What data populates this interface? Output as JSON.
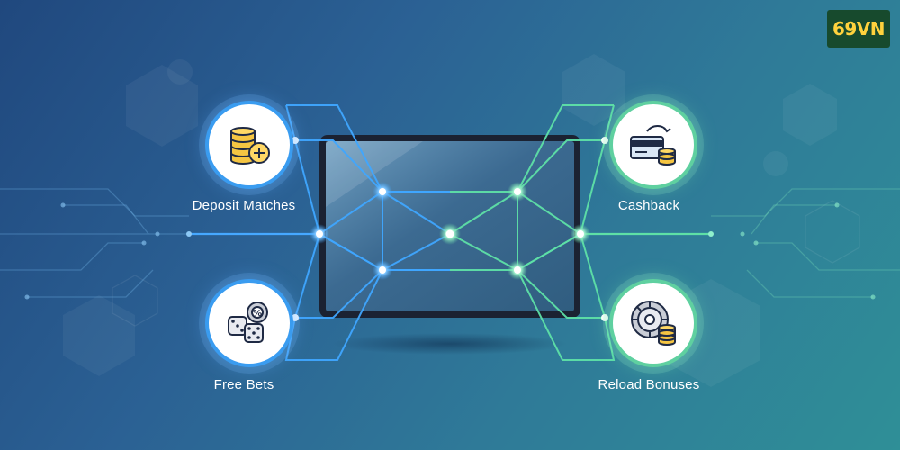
{
  "brand": {
    "logo_text": "69VN"
  },
  "features": {
    "deposit_matches": "Deposit Matches",
    "free_bets": "Free Bets",
    "cashback": "Cashback",
    "reload_bonuses": "Reload Bonuses"
  },
  "colors": {
    "blue_accent": "#3a9cf0",
    "green_accent": "#5fd0a0",
    "coin_gold": "#f5c542",
    "icon_outline": "#1f2a44"
  }
}
